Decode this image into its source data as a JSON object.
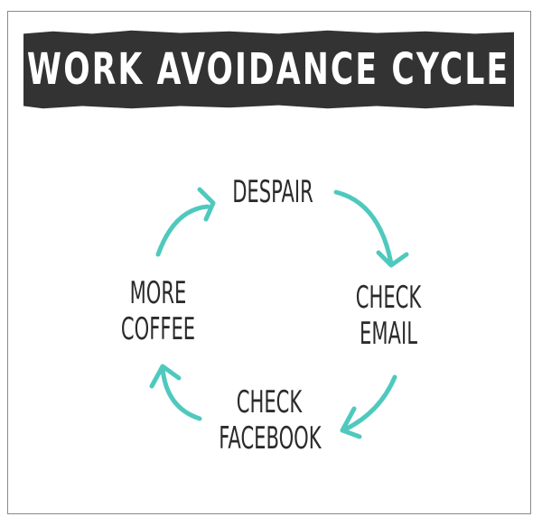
{
  "title": "WORK AVOIDANCE CYCLE",
  "colors": {
    "banner_bg": "#333333",
    "banner_text": "#ffffff",
    "node_text": "#2b2b2b",
    "arrow": "#4fc9bd",
    "frame_border": "#8a8a8a"
  },
  "cycle": {
    "nodes": [
      {
        "id": "despair",
        "lines": [
          "DESPAIR"
        ]
      },
      {
        "id": "check-email",
        "lines": [
          "CHECK",
          "EMAIL"
        ]
      },
      {
        "id": "check-facebook",
        "lines": [
          "CHECK",
          "FACEBOOK"
        ]
      },
      {
        "id": "more-coffee",
        "lines": [
          "MORE",
          "COFFEE"
        ]
      }
    ],
    "arrows": [
      {
        "from": "despair",
        "to": "check-email"
      },
      {
        "from": "check-email",
        "to": "check-facebook"
      },
      {
        "from": "check-facebook",
        "to": "more-coffee"
      },
      {
        "from": "more-coffee",
        "to": "despair"
      }
    ]
  }
}
